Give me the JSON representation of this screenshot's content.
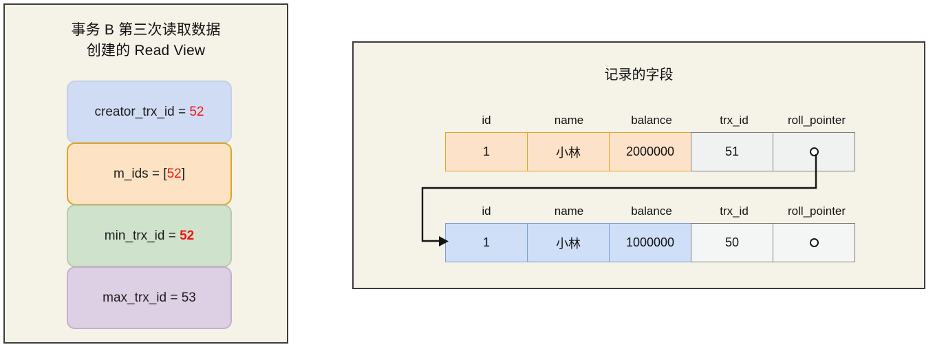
{
  "read_view_panel": {
    "title": "事务 B 第三次读取数据\n创建的 Read View",
    "fields": [
      {
        "name": "creator_trx_id",
        "prefix": "creator_trx_id = ",
        "value": "52",
        "suffix": "",
        "color": "blue"
      },
      {
        "name": "m_ids",
        "prefix": "m_ids = [",
        "value": "52",
        "suffix": "]",
        "color": "orange"
      },
      {
        "name": "min_trx_id",
        "prefix": "min_trx_id = ",
        "value": "52",
        "suffix": "",
        "color": "green"
      },
      {
        "name": "max_trx_id",
        "prefix": "max_trx_id = ",
        "value": "53",
        "suffix": "",
        "color": "purple"
      }
    ]
  },
  "record_panel": {
    "title": "记录的字段",
    "columns": [
      "id",
      "name",
      "balance",
      "trx_id",
      "roll_pointer"
    ],
    "rows": [
      {
        "version": "new",
        "id": "1",
        "name": "小林",
        "balance": "2000000",
        "trx_id": "51",
        "roll_pointer": "circle-pointer-icon"
      },
      {
        "version": "old",
        "id": "1",
        "name": "小林",
        "balance": "1000000",
        "trx_id": "50",
        "roll_pointer": "circle-pointer-icon"
      }
    ]
  },
  "colors": {
    "canvas": "#f5f2e8",
    "panel_border": "#3b3b3b",
    "accent_red": "#f01313",
    "box_blue_fill": "#cfdcf3",
    "box_orange_fill": "#fde3c3",
    "box_green_fill": "#cfe3cc",
    "box_purple_fill": "#ddcfe4",
    "row_new_fill": "#fce2c8",
    "row_old_fill": "#cfdff7",
    "meta_cell_fill": "#f0f2f2"
  }
}
